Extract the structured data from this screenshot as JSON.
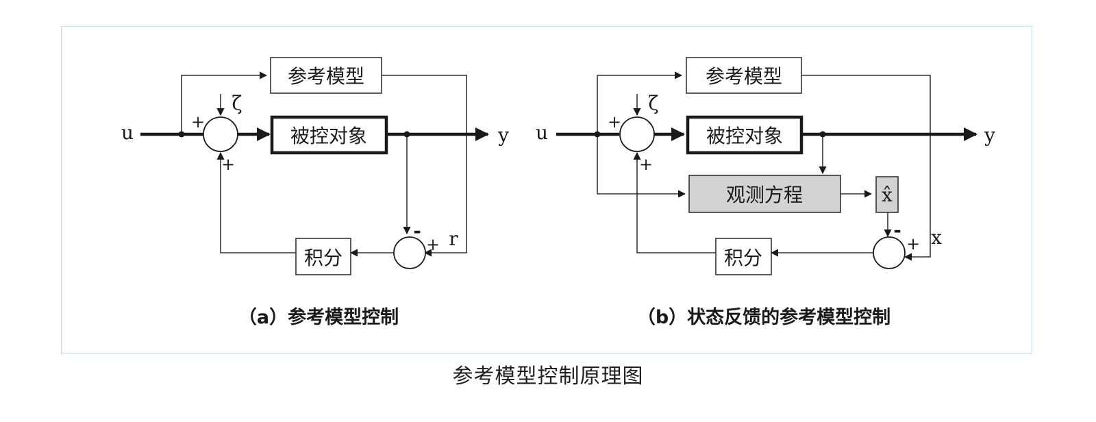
{
  "panel_a": {
    "ref_model": "参考模型",
    "plant": "被控对象",
    "integrator": "积分",
    "input": "u",
    "output": "y",
    "disturbance": "ζ",
    "ref_signal": "r",
    "plus": "+",
    "minus": "-",
    "caption": "（a）参考模型控制"
  },
  "panel_b": {
    "ref_model": "参考模型",
    "plant": "被控对象",
    "observer": "观测方程",
    "estimate": "x̂",
    "integrator": "积分",
    "input": "u",
    "output": "y",
    "disturbance": "ζ",
    "ref_signal": "x",
    "plus": "+",
    "minus": "-",
    "caption": "（b）状态反馈的参考模型控制"
  },
  "main_caption": "参考模型控制原理图",
  "colors": {
    "line": "#1a1a1a",
    "thin_line": "#333333",
    "frame": "#c6dde6",
    "observer_fill": "#d3d3d3"
  }
}
